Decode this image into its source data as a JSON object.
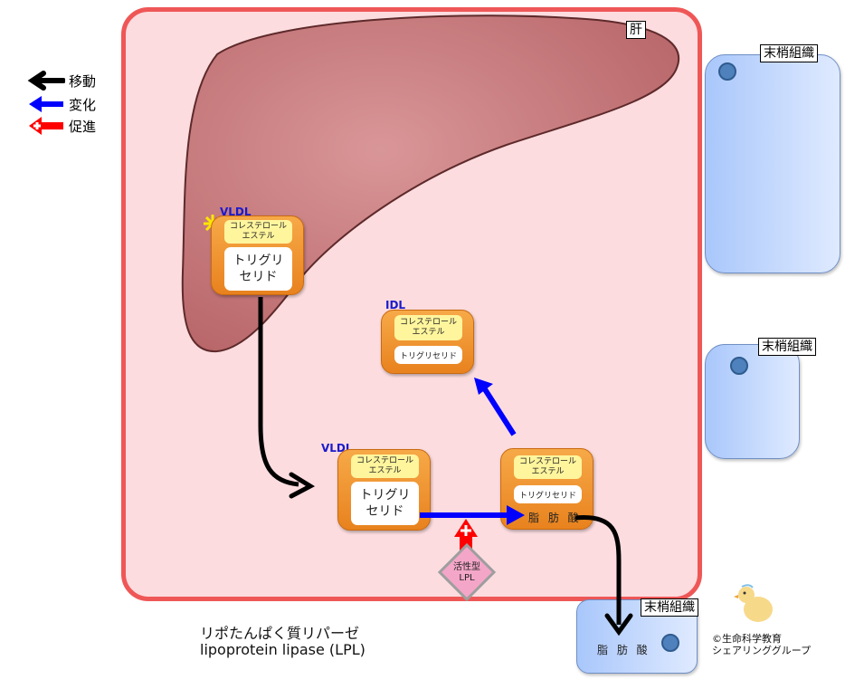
{
  "legend": [
    {
      "icon": "black-arrow-left-icon",
      "label": "移動",
      "color": "#000000"
    },
    {
      "icon": "blue-arrow-left-icon",
      "label": "変化",
      "color": "#0000ff"
    },
    {
      "icon": "red-plus-arrow-left-icon",
      "label": "促進",
      "color": "#ff0000"
    }
  ],
  "liver": {
    "label": "肝",
    "frame_color": "#ef5757",
    "organ_color": "#d08a8c"
  },
  "tissues": [
    {
      "label": "末梢組織"
    },
    {
      "label": "末梢組織"
    },
    {
      "label": "末梢組織",
      "content": "脂 肪 酸"
    }
  ],
  "lipoproteins": {
    "vldl_liver": {
      "title": "VLDL",
      "ce": "コレステロール\nエステル",
      "tg": "トリグリ\nセリド"
    },
    "idl": {
      "title": "IDL",
      "ce": "コレステロール\nエステル",
      "tg": "トリグリセリド"
    },
    "vldl_blood": {
      "title": "VLDL",
      "ce": "コレステロール\nエステル",
      "tg": "トリグリ\nセリド"
    },
    "after_lpl": {
      "ce": "コレステロール\nエステル",
      "tg": "トリグリセリド",
      "fa": "脂 肪 酸"
    }
  },
  "enzyme": {
    "label": "活性型\nLPL",
    "color": "#f4a6c8"
  },
  "caption": {
    "jp": "リポたんぱく質リパーゼ",
    "en": "lipoprotein lipase (LPL)"
  },
  "credit": {
    "line1": "©生命科学教育",
    "line2": "シェアリンググループ"
  },
  "colors": {
    "move": "#000000",
    "change": "#0000ff",
    "promote": "#ff0000"
  }
}
